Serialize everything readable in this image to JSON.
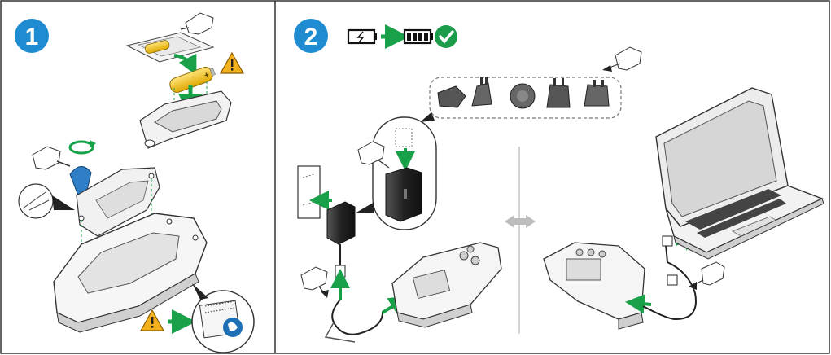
{
  "steps": [
    {
      "number": "1"
    },
    {
      "number": "2"
    }
  ],
  "battery_polarity": "+",
  "icons": {
    "step1": [
      "step-badge",
      "hand-pointer-icon",
      "battery-cover-icon",
      "aa-battery-icon",
      "warning-icon",
      "screwdriver-icon",
      "rotate-arrow-icon",
      "meter-device-icon",
      "manual-book-icon"
    ],
    "step2": [
      "step-badge",
      "battery-low-icon",
      "battery-full-icon",
      "checkmark-icon",
      "plug-adapters-icon",
      "wall-outlet-icon",
      "power-adapter-icon",
      "usb-cable-icon",
      "laptop-icon",
      "double-arrow-icon"
    ]
  },
  "colors": {
    "badge_blue": "#1f8bd0",
    "arrow_green": "#19a14a",
    "check_green": "#1a9c4a",
    "warning_yellow": "#f3b21b",
    "battery_gold": "#f2c018",
    "screwdriver_blue": "#2f7fc7",
    "line_gray": "#333333"
  }
}
